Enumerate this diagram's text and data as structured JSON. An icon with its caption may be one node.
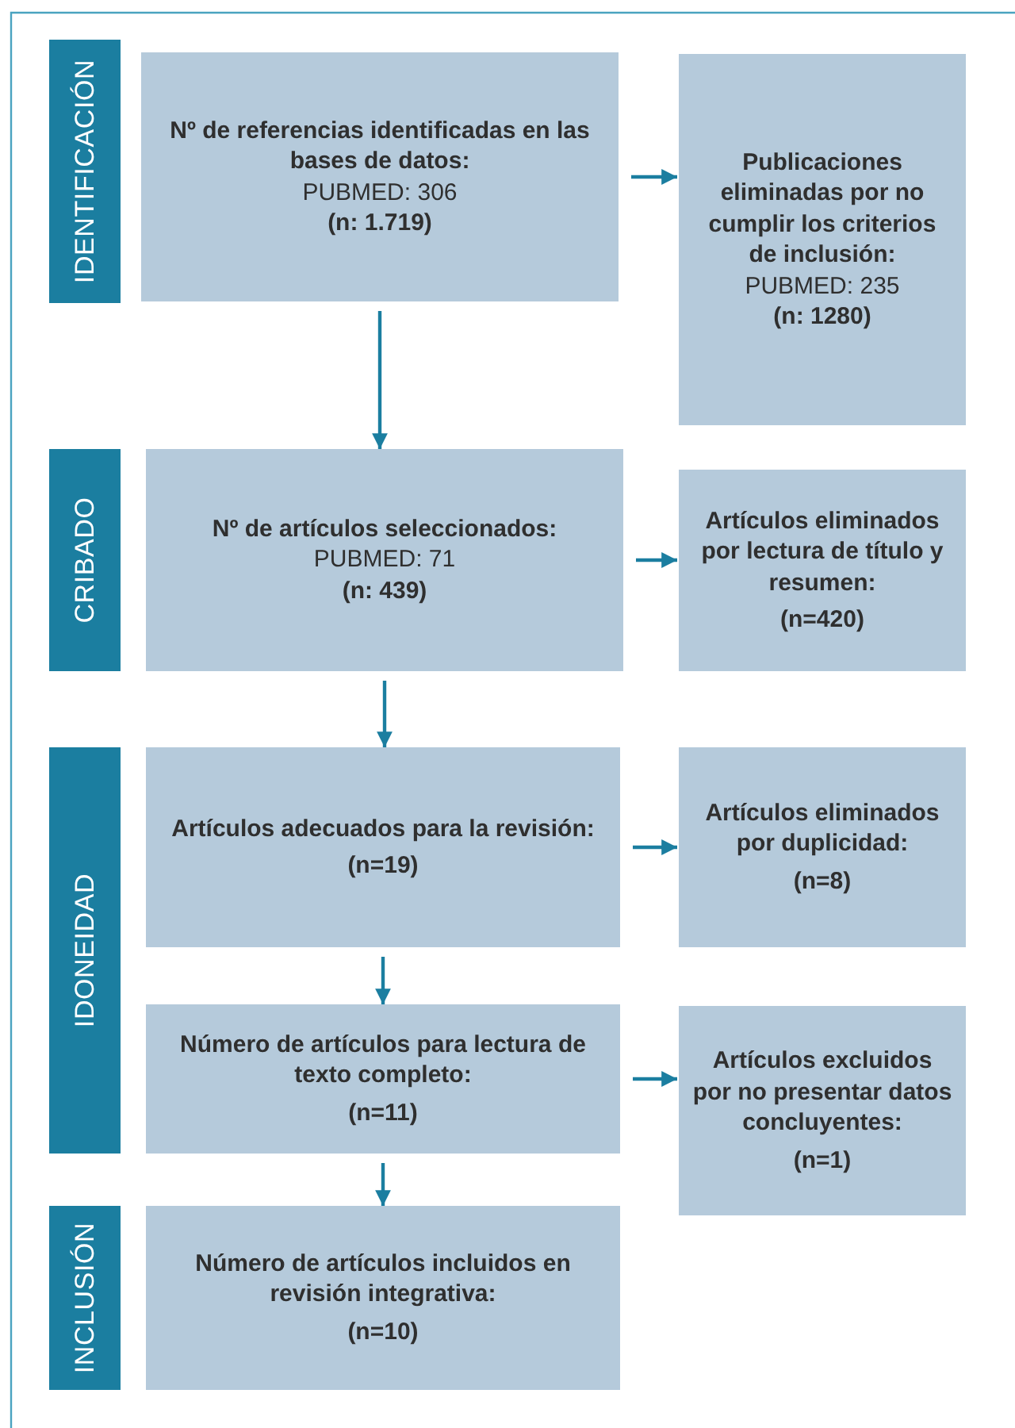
{
  "diagram": {
    "nodes": [
      {
        "text": [
          "IDENTIFICACIÓN"
        ]
      },
      {
        "text": [
          "Nº de referencias identificadas en las bases de datos:",
          "PUBMED: 306",
          "(n: 1.719)"
        ]
      },
      {
        "text": [
          "Publicaciones eliminadas por no cumplir los criterios de inclusión:",
          "PUBMED: 235",
          "(n: 1280)"
        ]
      },
      {
        "text": [
          "CRIBADO"
        ]
      },
      {
        "text": [
          "Nº de artículos seleccionados:",
          "PUBMED: 71",
          "(n: 439)"
        ]
      },
      {
        "text": [
          "Artículos eliminados por lectura de título y resumen:",
          "(n=420)"
        ]
      },
      {
        "text": [
          "IDONEIDAD"
        ]
      },
      {
        "text": [
          "Artículos adecuados para la revisión:",
          "(n=19)"
        ]
      },
      {
        "text": [
          "Artículos eliminados por duplicidad:",
          "(n=8)"
        ]
      },
      {
        "text": [
          "Número de artículos para lectura de texto completo:",
          "(n=11)"
        ]
      },
      {
        "text": [
          "Artículos excluidos por no presentar datos concluyentes:",
          "(n=1)"
        ]
      },
      {
        "text": [
          "INCLUSIÓN"
        ]
      },
      {
        "text": [
          "Número de artículos incluidos en revisión integrativa:",
          "(n=10)"
        ]
      }
    ],
    "edges": [
      {
        "from": 1,
        "to": 2,
        "arrow": "to"
      },
      {
        "from": 1,
        "to": 4,
        "arrow": "to"
      },
      {
        "from": 4,
        "to": 5,
        "arrow": "to"
      },
      {
        "from": 4,
        "to": 7,
        "arrow": "to"
      },
      {
        "from": 7,
        "to": 8,
        "arrow": "to"
      },
      {
        "from": 7,
        "to": 9,
        "arrow": "to"
      },
      {
        "from": 9,
        "to": 10,
        "arrow": "to"
      },
      {
        "from": 9,
        "to": 12,
        "arrow": "to"
      }
    ]
  }
}
